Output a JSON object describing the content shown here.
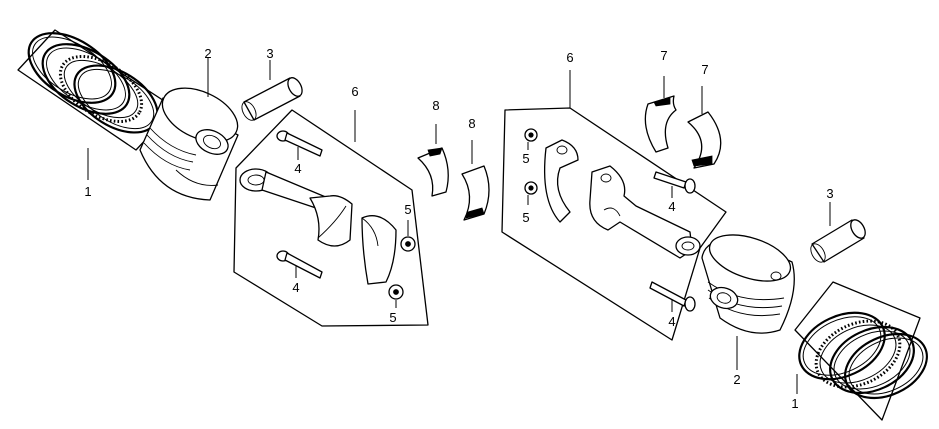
{
  "callouts": [
    {
      "id": "left-rings",
      "text": "1"
    },
    {
      "id": "left-piston",
      "text": "2"
    },
    {
      "id": "left-pin",
      "text": "3"
    },
    {
      "id": "left-rod-assembly",
      "text": "6"
    },
    {
      "id": "left-bolt-top",
      "text": "4"
    },
    {
      "id": "left-bolt-bottom",
      "text": "4"
    },
    {
      "id": "left-nut-top",
      "text": "5"
    },
    {
      "id": "left-nut-bottom",
      "text": "5"
    },
    {
      "id": "left-bearing-a",
      "text": "8"
    },
    {
      "id": "left-bearing-b",
      "text": "8"
    },
    {
      "id": "right-rod-assembly",
      "text": "6"
    },
    {
      "id": "right-nut-top",
      "text": "5"
    },
    {
      "id": "right-nut-bottom",
      "text": "5"
    },
    {
      "id": "right-bolt-top",
      "text": "4"
    },
    {
      "id": "right-bolt-bottom",
      "text": "4"
    },
    {
      "id": "right-bearing-a",
      "text": "7"
    },
    {
      "id": "right-bearing-b",
      "text": "7"
    },
    {
      "id": "right-pin",
      "text": "3"
    },
    {
      "id": "right-piston",
      "text": "2"
    },
    {
      "id": "right-rings",
      "text": "1"
    }
  ]
}
